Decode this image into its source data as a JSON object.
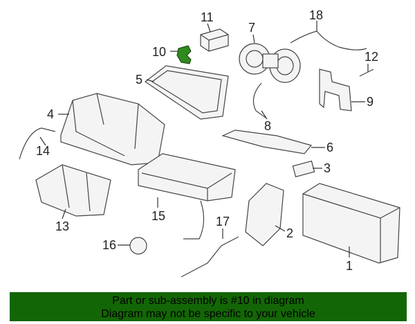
{
  "callouts": {
    "c1": "1",
    "c2": "2",
    "c3": "3",
    "c4": "4",
    "c5": "5",
    "c6": "6",
    "c7": "7",
    "c8": "8",
    "c9": "9",
    "c10": "10",
    "c11": "11",
    "c12": "12",
    "c13": "13",
    "c14": "14",
    "c15": "15",
    "c16": "16",
    "c17": "17",
    "c18": "18"
  },
  "highlight_part": "10",
  "colors": {
    "highlight": "#2f8a1e",
    "banner": "#136605"
  },
  "banner": {
    "line1": "Part or sub-assembly is #10 in diagram",
    "line2": "Diagram may not be specific to your vehicle"
  }
}
